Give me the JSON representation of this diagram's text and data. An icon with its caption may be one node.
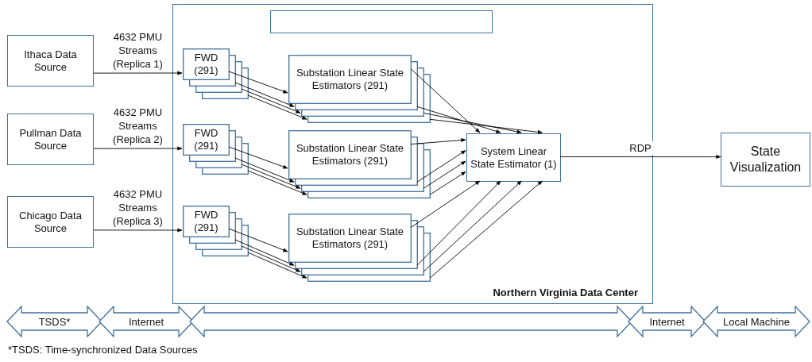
{
  "diagram": {
    "nodes": [
      {
        "text": [
          "Ithaca Data Source"
        ]
      },
      {
        "text": [
          "Pullman Data Source"
        ]
      },
      {
        "text": [
          "Chicago Data Source"
        ]
      },
      {
        "text": [
          "Northern Virginia Data Center"
        ]
      },
      {
        "text": [],
        "shape": "box",
        "in": 3
      },
      {
        "text": [
          "FWD (291)"
        ],
        "in": 3
      },
      {
        "text": [
          "Substation Linear State Estimators (291)"
        ],
        "in": 3
      },
      {
        "text": [
          "FWD (291)"
        ],
        "in": 3
      },
      {
        "text": [
          "Substation Linear State Estimators (291)"
        ],
        "in": 3
      },
      {
        "text": [
          "FWD (291)"
        ],
        "in": 3
      },
      {
        "text": [
          "Substation Linear State Estimators (291)"
        ],
        "in": 3
      },
      {
        "text": [
          "System Linear State Estimator (1)"
        ],
        "in": 3
      },
      {
        "text": [
          "State Visualization"
        ]
      }
    ],
    "edges": [
      {
        "from": 0,
        "to": 5,
        "arrow": "to",
        "label": "4632 PMU Streams (Replica 1)"
      },
      {
        "from": 5,
        "to": 6,
        "arrow": "to"
      },
      {
        "from": 5,
        "to": 6,
        "arrow": "to"
      },
      {
        "from": 5,
        "to": 6,
        "arrow": "to"
      },
      {
        "from": 5,
        "to": 6,
        "arrow": "to"
      },
      {
        "from": 6,
        "to": 11,
        "arrow": "to"
      },
      {
        "from": 6,
        "to": 11,
        "arrow": "to"
      },
      {
        "from": 6,
        "to": 11,
        "arrow": "to"
      },
      {
        "from": 6,
        "to": 11,
        "arrow": "to"
      },
      {
        "from": 1,
        "to": 7,
        "arrow": "to",
        "label": "4632 PMU Streams (Replica 2)"
      },
      {
        "from": 7,
        "to": 8,
        "arrow": "to"
      },
      {
        "from": 7,
        "to": 8,
        "arrow": "to"
      },
      {
        "from": 7,
        "to": 8,
        "arrow": "to"
      },
      {
        "from": 7,
        "to": 8,
        "arrow": "to"
      },
      {
        "from": 8,
        "to": 11,
        "arrow": "to"
      },
      {
        "from": 8,
        "to": 11,
        "arrow": "to"
      },
      {
        "from": 8,
        "to": 11,
        "arrow": "to"
      },
      {
        "from": 8,
        "to": 11,
        "arrow": "to"
      },
      {
        "from": 2,
        "to": 9,
        "arrow": "to",
        "label": "4632 PMU Streams (Replica 3)"
      },
      {
        "from": 9,
        "to": 10,
        "arrow": "to"
      },
      {
        "from": 9,
        "to": 10,
        "arrow": "to"
      },
      {
        "from": 9,
        "to": 10,
        "arrow": "to"
      },
      {
        "from": 9,
        "to": 10,
        "arrow": "to"
      },
      {
        "from": 10,
        "to": 11,
        "arrow": "to"
      },
      {
        "from": 10,
        "to": 11,
        "arrow": "to"
      },
      {
        "from": 10,
        "to": 11,
        "arrow": "to"
      },
      {
        "from": 10,
        "to": 11,
        "arrow": "to"
      },
      {
        "from": 11,
        "to": 12,
        "arrow": "to",
        "label": "RDP"
      }
    ],
    "labels": [
      "TSDS*",
      "Internet",
      "Internet",
      "Local Machine",
      "*TSDS: Time-synchronized Data Sources"
    ]
  }
}
